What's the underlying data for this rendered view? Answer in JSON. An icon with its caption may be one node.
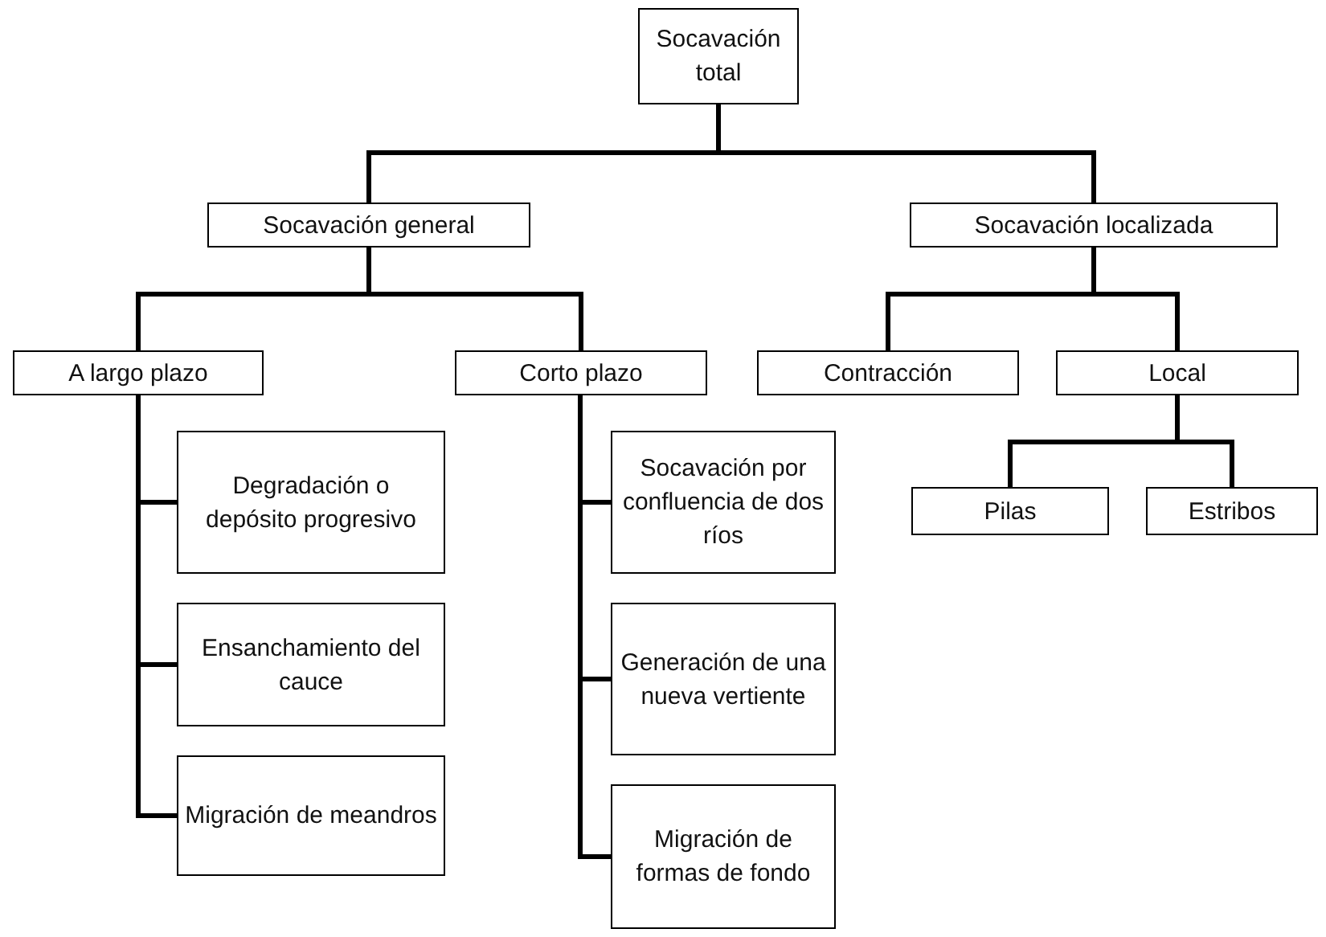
{
  "diagram": {
    "nodes": [
      {
        "text": [
          "Socavación total"
        ]
      },
      {
        "text": [
          "Socavación general"
        ]
      },
      {
        "text": [
          "Socavación localizada"
        ]
      },
      {
        "text": [
          "A largo plazo"
        ]
      },
      {
        "text": [
          "Corto plazo"
        ]
      },
      {
        "text": [
          "Degradación o depósito progresivo"
        ]
      },
      {
        "text": [
          "Ensanchamiento del cauce"
        ]
      },
      {
        "text": [
          "Migración de meandros"
        ]
      },
      {
        "text": [
          "Socavación por confluencia de dos ríos"
        ]
      },
      {
        "text": [
          "Generación de una nueva vertiente"
        ]
      },
      {
        "text": [
          "Migración de formas de fondo"
        ]
      },
      {
        "text": [
          "Contracción"
        ]
      },
      {
        "text": [
          "Local"
        ]
      },
      {
        "text": [
          "Pilas"
        ]
      },
      {
        "text": [
          "Estribos"
        ]
      }
    ],
    "edges": [
      {
        "from": 0,
        "to": 1,
        "arrow": "none"
      },
      {
        "from": 0,
        "to": 2,
        "arrow": "none"
      },
      {
        "from": 1,
        "to": 3,
        "arrow": "none"
      },
      {
        "from": 1,
        "to": 4,
        "arrow": "none"
      },
      {
        "from": 3,
        "to": 5,
        "arrow": "none"
      },
      {
        "from": 3,
        "to": 6,
        "arrow": "none"
      },
      {
        "from": 3,
        "to": 7,
        "arrow": "none"
      },
      {
        "from": 4,
        "to": 8,
        "arrow": "none"
      },
      {
        "from": 4,
        "to": 9,
        "arrow": "none"
      },
      {
        "from": 4,
        "to": 10,
        "arrow": "none"
      },
      {
        "from": 2,
        "to": 11,
        "arrow": "none"
      },
      {
        "from": 2,
        "to": 12,
        "arrow": "none"
      },
      {
        "from": 12,
        "to": 13,
        "arrow": "none"
      },
      {
        "from": 12,
        "to": 14,
        "arrow": "none"
      }
    ]
  }
}
